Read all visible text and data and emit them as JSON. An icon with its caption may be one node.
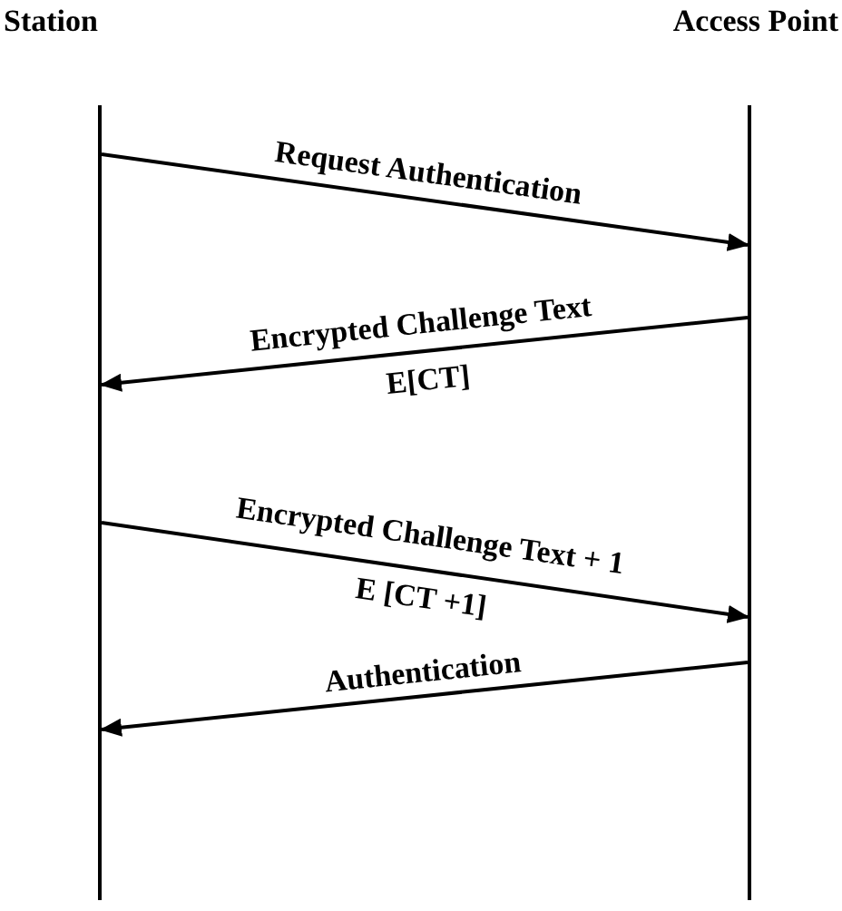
{
  "diagram": {
    "nodes": [
      {
        "text": [
          "Station"
        ]
      },
      {
        "text": [
          "Access Point"
        ]
      }
    ],
    "edges": [
      {
        "from": 0,
        "to": 1,
        "arrow": "to",
        "label": "Request Authentication"
      },
      {
        "from": 1,
        "to": 0,
        "arrow": "to",
        "label": "Encrypted Challenge Text"
      },
      {
        "from": 0,
        "to": 1,
        "arrow": "to",
        "label": "Encrypted Challenge Text + 1"
      },
      {
        "from": 1,
        "to": 0,
        "arrow": "to",
        "label": "Authentication"
      }
    ],
    "labels": [
      "E[CT]",
      "E [CT +1]"
    ]
  }
}
